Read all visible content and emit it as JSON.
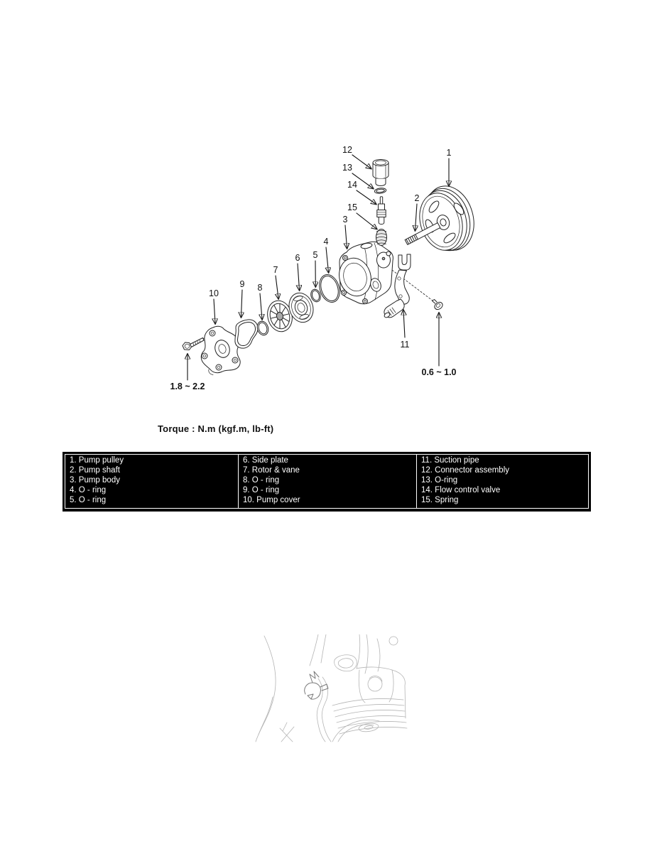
{
  "document": {
    "kind": "service-manual-diagram-page",
    "torque_note": "Torque : N.m (kgf.m, lb-ft)"
  },
  "diagram": {
    "description": "Power steering pump exploded view",
    "torque_values": {
      "pump_cover_bolt": "1.8 ~ 2.2",
      "suction_pipe_bolt": "0.6 ~ 1.0"
    },
    "callouts": [
      {
        "number": "1",
        "part": "Pump pulley"
      },
      {
        "number": "2",
        "part": "Pump shaft"
      },
      {
        "number": "3",
        "part": "Pump body"
      },
      {
        "number": "4",
        "part": "O - ring"
      },
      {
        "number": "5",
        "part": "O - ring"
      },
      {
        "number": "6",
        "part": "Side plate"
      },
      {
        "number": "7",
        "part": "Rotor & vane"
      },
      {
        "number": "8",
        "part": "O - ring"
      },
      {
        "number": "9",
        "part": "O - ring"
      },
      {
        "number": "10",
        "part": "Pump cover"
      },
      {
        "number": "11",
        "part": "Suction pipe"
      },
      {
        "number": "12",
        "part": "Connector assembly"
      },
      {
        "number": "13",
        "part": "O-ring"
      },
      {
        "number": "14",
        "part": "Flow control valve"
      },
      {
        "number": "15",
        "part": "Spring"
      }
    ]
  },
  "parts_table": {
    "style": {
      "background": "#000000",
      "text_color": "#ffffff",
      "border_color": "#ffffff"
    },
    "columns": [
      {
        "items": [
          "1. Pump pulley",
          "2. Pump shaft",
          "3. Pump body",
          "4. O - ring",
          "5. O - ring"
        ]
      },
      {
        "items": [
          "6. Side plate",
          "7. Rotor & vane",
          "8. O - ring",
          "9. O - ring",
          "10. Pump cover"
        ]
      },
      {
        "items": [
          "11. Suction pipe",
          "12. Connector assembly",
          "13. O-ring",
          "14. Flow control valve",
          "15. Spring"
        ]
      }
    ]
  }
}
